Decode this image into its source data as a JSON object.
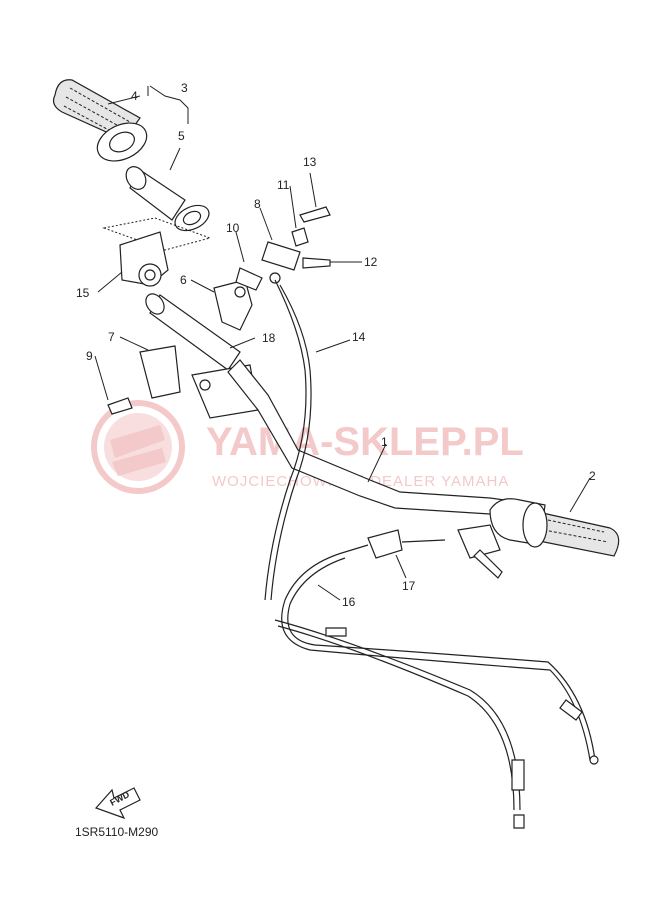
{
  "watermark": {
    "title": "YAMA-SKLEP.PL",
    "subtitle": "WOJCIECHOWICZ | DEALER YAMAHA",
    "color": "#f3c9c9"
  },
  "diagram_code": "1SR5110-M290",
  "fwd_label": "FWD",
  "callouts": {
    "c1": "1",
    "c2": "2",
    "c3": "3",
    "c4": "4",
    "c5": "5",
    "c6": "6",
    "c7": "7",
    "c8": "8",
    "c9": "9",
    "c10": "10",
    "c11": "11",
    "c12": "12",
    "c13": "13",
    "c14": "14",
    "c15": "15",
    "c16": "16",
    "c17": "17",
    "c18": "18"
  }
}
